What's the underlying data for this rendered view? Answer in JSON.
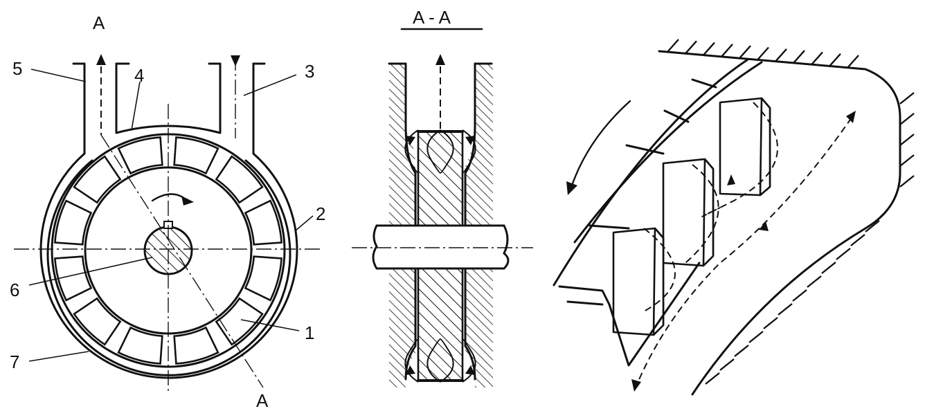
{
  "labels": {
    "section_top": "A",
    "section_bottom": "A",
    "section_title": "A - A",
    "part_1": "1",
    "part_2": "2",
    "part_3": "3",
    "part_4": "4",
    "part_5": "5",
    "part_6": "6",
    "part_7": "7"
  },
  "colors": {
    "ink": "#111111",
    "background": "#ffffff"
  }
}
